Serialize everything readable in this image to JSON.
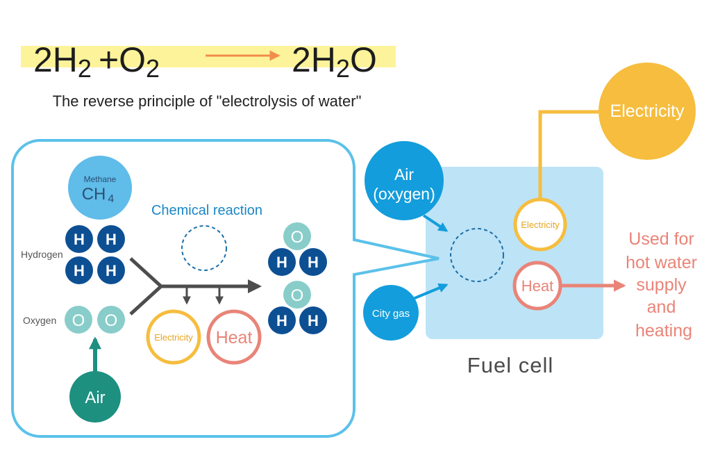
{
  "equation": {
    "left_coef": "2H",
    "left_sub": "2",
    "plus": "+O",
    "mid_sub": "2",
    "right_coef": "2H",
    "right_sub": "2",
    "right_tail": "O",
    "subtitle": "The reverse principle of \"electrolysis of water\""
  },
  "reaction": {
    "methane_label": "Methane",
    "methane_formula": "CH",
    "methane_sub": "4",
    "hydrogen_label": "Hydrogen",
    "oxygen_label": "Oxygen",
    "h_atom": "H",
    "o_atom": "O",
    "chemical_reaction_label": "Chemical reaction",
    "electricity_label": "Electricity",
    "heat_label": "Heat",
    "air_label": "Air"
  },
  "fuel_cell": {
    "label": "Fuel cell",
    "air_line1": "Air",
    "air_line2": "(oxygen)",
    "city_gas_label": "City gas",
    "inner_electricity_label": "Electricity",
    "electricity_output_label": "Electricity",
    "heat_label": "Heat",
    "uses_lines": [
      "Used for",
      "hot water",
      "supply",
      "and",
      "heating"
    ]
  },
  "colors": {
    "highlight": "#fdf39a",
    "arrow_orange": "#f18d4a",
    "box_blue": "#5bc1ea",
    "fuel_cell_bg": "#bde3f6",
    "bright_blue": "#139ddc",
    "methane_blue": "#60bce9",
    "hydrogen_blue": "#0d4f93",
    "oxygen_teal": "#88cdc9",
    "air_green": "#1e9080",
    "electricity_yellow": "#f6bd3e",
    "heat_pink": "#e98478",
    "reaction_text": "#1a86c4",
    "dark_gray": "#545454"
  }
}
